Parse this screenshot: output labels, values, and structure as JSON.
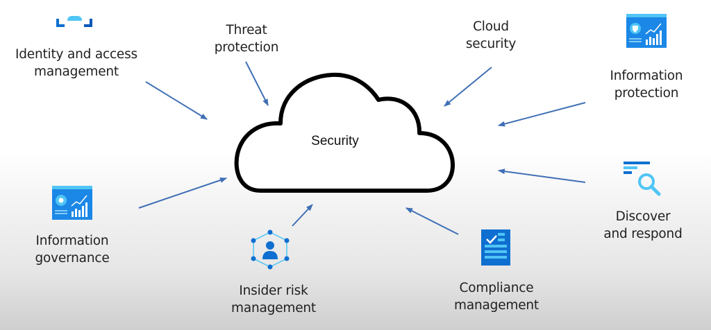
{
  "diagram": {
    "center": {
      "label": "Security",
      "shape": "cloud-outline"
    },
    "colors": {
      "arrow": "#3f6fb5",
      "cloud_stroke": "#000000",
      "icon_primary": "#0f6fd0",
      "icon_light": "#50c5f5",
      "icon_dark": "#0a58b8"
    },
    "nodes": [
      {
        "id": "identity",
        "lines": [
          "Identity and access",
          "management"
        ],
        "icon": "identity-brackets-icon"
      },
      {
        "id": "threat",
        "lines": [
          "Threat",
          "protection"
        ],
        "icon": null
      },
      {
        "id": "cloud-security",
        "lines": [
          "Cloud",
          "security"
        ],
        "icon": null
      },
      {
        "id": "info-protection",
        "lines": [
          "Information",
          "protection"
        ],
        "icon": "dashboard-shield-chart-icon"
      },
      {
        "id": "discover",
        "lines": [
          "Discover",
          "and respond"
        ],
        "icon": "search-list-icon"
      },
      {
        "id": "compliance",
        "lines": [
          "Compliance",
          "management"
        ],
        "icon": "checklist-document-icon"
      },
      {
        "id": "insider-risk",
        "lines": [
          "Insider risk",
          "management"
        ],
        "icon": "person-network-hexagon-icon"
      },
      {
        "id": "info-governance",
        "lines": [
          "Information",
          "governance"
        ],
        "icon": "dashboard-gear-chart-icon"
      }
    ],
    "edges": [
      {
        "from": "identity",
        "to": "center"
      },
      {
        "from": "threat",
        "to": "center"
      },
      {
        "from": "cloud-security",
        "to": "center"
      },
      {
        "from": "info-protection",
        "to": "center"
      },
      {
        "from": "discover",
        "to": "center"
      },
      {
        "from": "compliance",
        "to": "center"
      },
      {
        "from": "insider-risk",
        "to": "center"
      },
      {
        "from": "info-governance",
        "to": "center"
      }
    ]
  }
}
